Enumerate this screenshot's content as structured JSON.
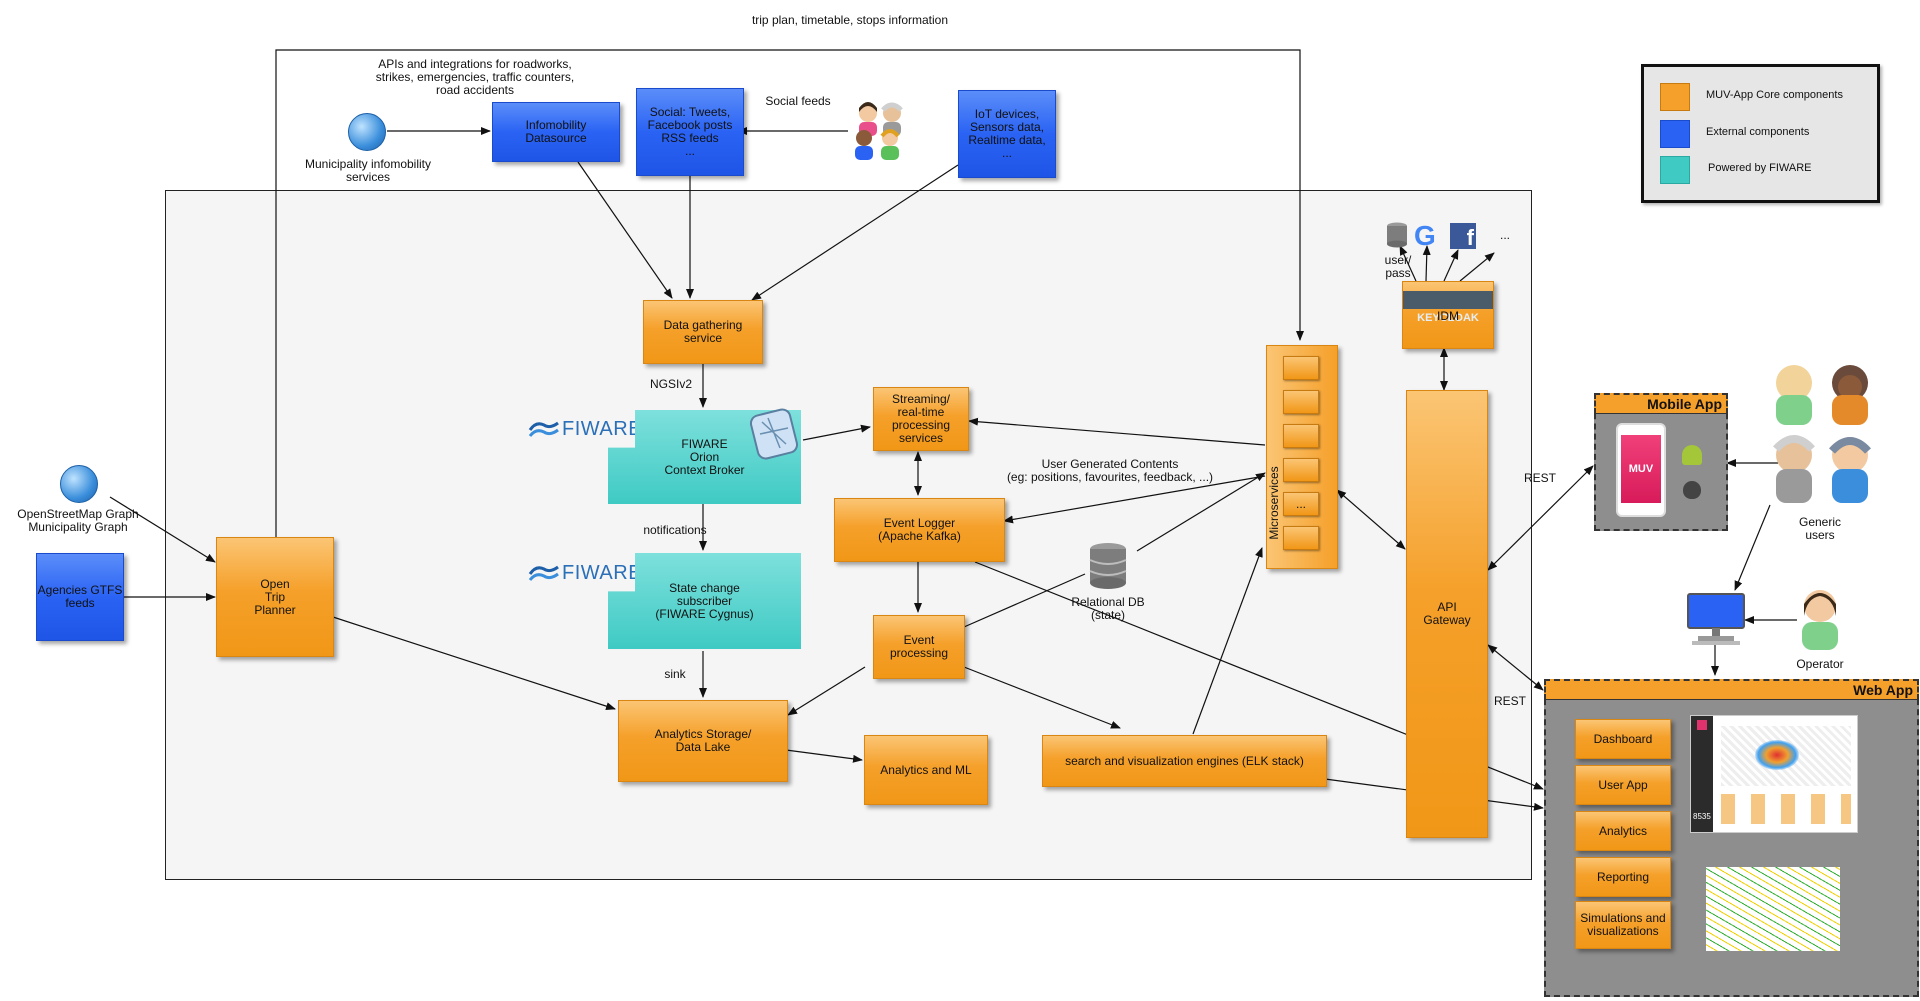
{
  "top_label": "trip plan, timetable, stops information",
  "legend": {
    "items": [
      {
        "label": "MUV-App Core components",
        "color": "#f5a02a"
      },
      {
        "label": "External components",
        "color": "#2a63f4"
      },
      {
        "label": "Powered by FIWARE",
        "color": "#3fcac4"
      }
    ]
  },
  "external": {
    "apis_note": "APIs and integrations for roadworks,\nstrikes, emergencies, traffic counters,\nroad accidents",
    "municipality_services": "Municipality infomobility\nservices",
    "infomobility": "Infomobility\nDatasource",
    "social": "Social: Tweets,\nFacebook posts\nRSS feeds\n...",
    "social_feeds": "Social feeds",
    "iot": "IoT devices,\nSensors data,\nRealtime data,\n...",
    "osm": "OpenStreetMap Graph\nMunicipality Graph",
    "gtfs": "Agencies GTFS\nfeeds"
  },
  "core": {
    "data_gathering": "Data gathering\nservice",
    "ngsi": "NGSIv2",
    "orion": "FIWARE\nOrion\nContext Broker",
    "fiware_logo": "FIWARE",
    "notifications": "notifications",
    "cygnus": "State change\nsubscriber\n(FIWARE Cygnus)",
    "sink": "sink",
    "otp": "Open\nTrip\nPlanner",
    "streaming": "Streaming/\nreal-time\nprocessing\nservices",
    "event_logger": "Event Logger\n(Apache Kafka)",
    "event_processing": "Event\nprocessing",
    "analytics_storage": "Analytics Storage/\nData Lake",
    "analytics_ml": "Analytics and ML",
    "elk": "search and visualization engines (ELK stack)",
    "relational_db": "Relational DB\n(state)",
    "ugc": "User Generated Contents\n(eg: positions, favourites, feedback, ...)",
    "microservices": "Microservices",
    "ms_dots": "...",
    "api_gateway": "API\nGateway",
    "idm": "IDM",
    "keycloak": "KEYCLOAK",
    "user_pass": "user/\npass",
    "idm_more": "..."
  },
  "clients": {
    "mobile_app": "Mobile App",
    "muv_logo": "MUV",
    "rest1": "REST",
    "rest2": "REST",
    "generic_users": "Generic\nusers",
    "operator": "Operator",
    "web_app": "Web App",
    "web_buttons": [
      "Dashboard",
      "User App",
      "Analytics",
      "Reporting",
      "Simulations and\nvisualizations"
    ],
    "dashboard_number": "8535"
  }
}
